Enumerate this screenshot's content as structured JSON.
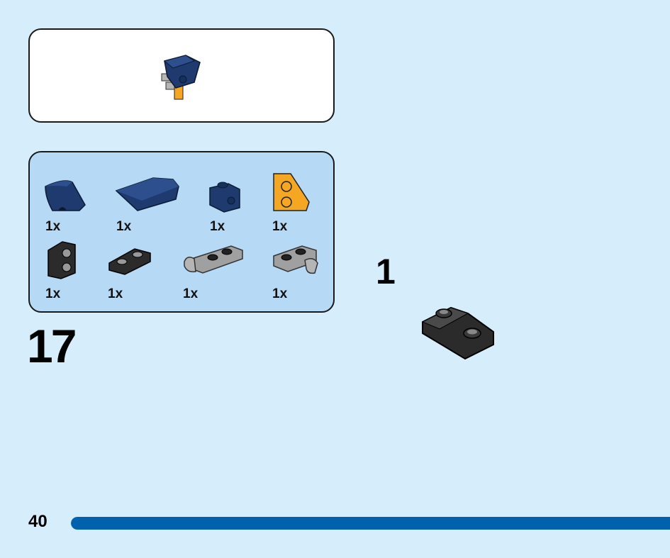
{
  "page": {
    "number": "40",
    "progress_fraction": 1.0
  },
  "step": {
    "number": "17",
    "substep": "1"
  },
  "parts_list": {
    "items": [
      {
        "qty": "1x",
        "part": "dark-blue-curved-slope"
      },
      {
        "qty": "1x",
        "part": "dark-blue-wedge-plate"
      },
      {
        "qty": "1x",
        "part": "dark-blue-bracket"
      },
      {
        "qty": "1x",
        "part": "yellow-wedge-plate"
      },
      {
        "qty": "1x",
        "part": "black-vertical-bracket"
      },
      {
        "qty": "1x",
        "part": "black-inverted-slope"
      },
      {
        "qty": "1x",
        "part": "gray-plate-with-clip"
      },
      {
        "qty": "1x",
        "part": "gray-plate-with-clip-end"
      }
    ]
  },
  "colors": {
    "background": "#d6edfb",
    "parts_panel": "#b6d9f5",
    "progress": "#0061ac",
    "dark_blue": "#1e3a6e",
    "yellow": "#f5a623",
    "black_brick": "#2b2b2b",
    "gray_brick": "#a0a0a0"
  }
}
